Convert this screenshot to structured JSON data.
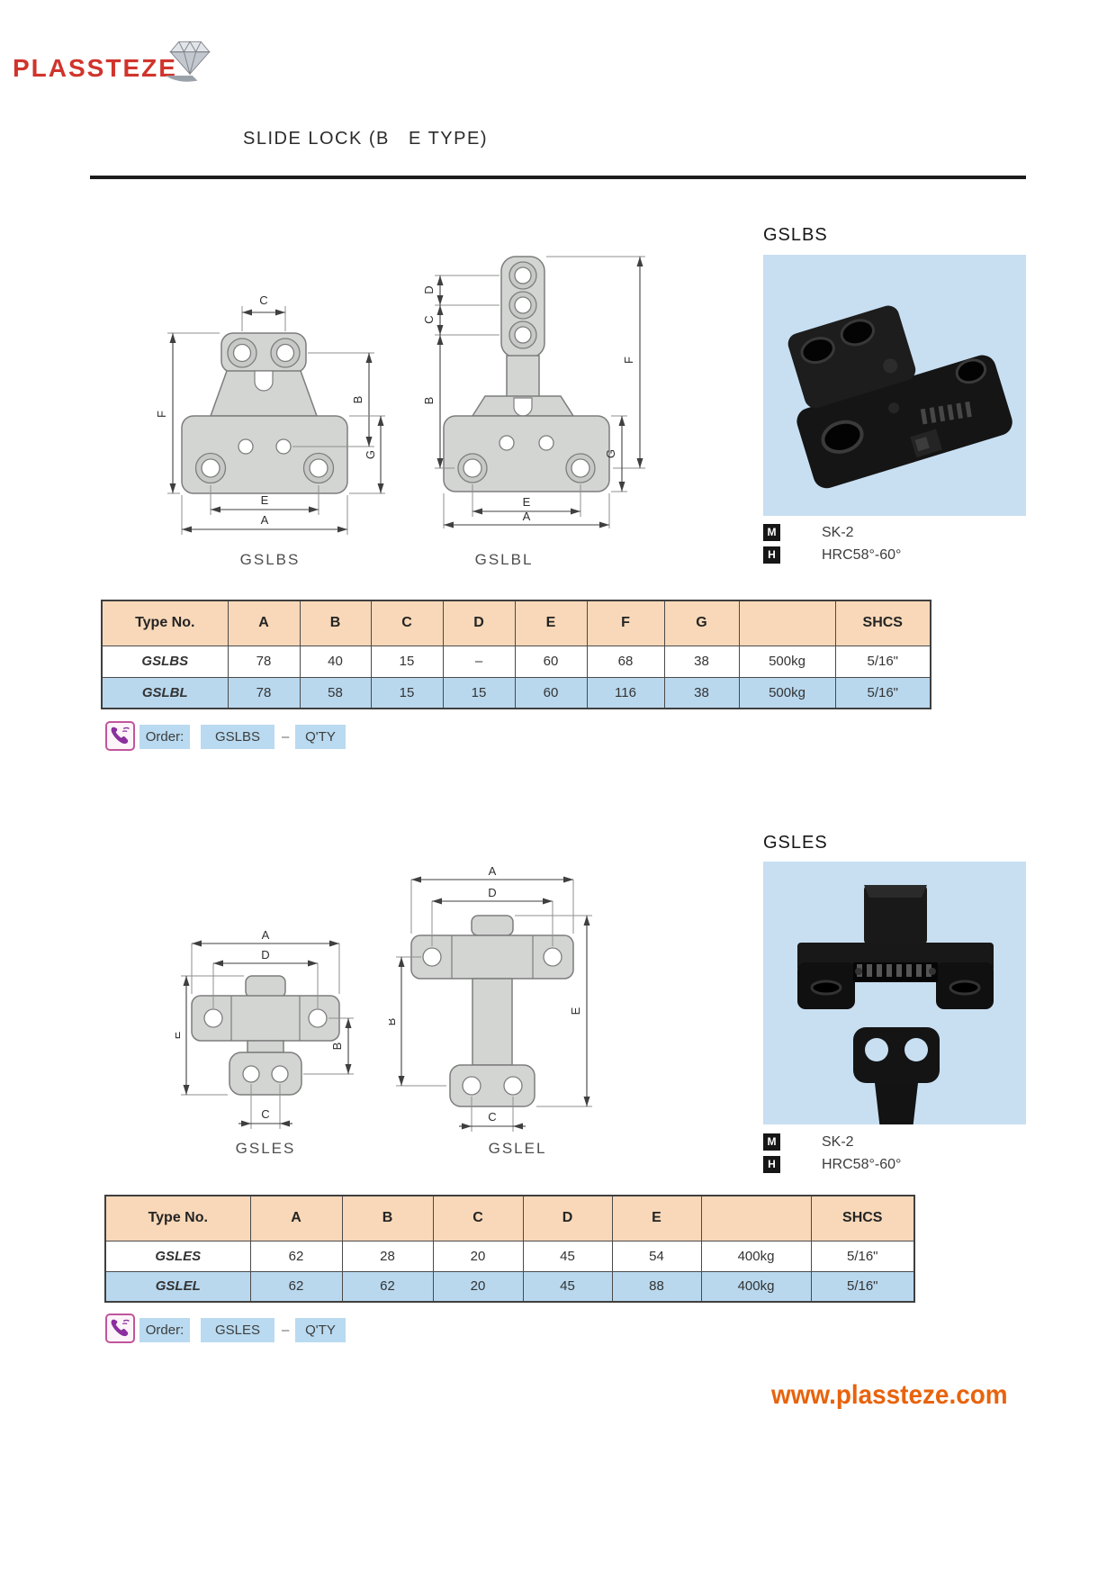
{
  "brand": {
    "logo_text": "PLASSTEZE"
  },
  "header": {
    "title": "SLIDE LOCK (B   E TYPE)"
  },
  "dims": {
    "A": "A",
    "B": "B",
    "C": "C",
    "D": "D",
    "E": "E",
    "F": "F",
    "G": "G"
  },
  "section1": {
    "drawings": {
      "left_label": "GSLBS",
      "right_label": "GSLBL"
    },
    "photo": {
      "label": "GSLBS"
    },
    "specs": {
      "material_key": "M",
      "material_value": "SK-2",
      "hardness_key": "H",
      "hardness_value": "HRC58°-60°"
    },
    "table": {
      "headers": [
        "Type No.",
        "A",
        "B",
        "C",
        "D",
        "E",
        "F",
        "G",
        "",
        "SHCS"
      ],
      "rows": [
        [
          "GSLBS",
          "78",
          "40",
          "15",
          "–",
          "60",
          "68",
          "38",
          "500kg",
          "5/16\""
        ],
        [
          "GSLBL",
          "78",
          "58",
          "15",
          "15",
          "60",
          "116",
          "38",
          "500kg",
          "5/16\""
        ]
      ]
    },
    "order": {
      "label": "Order:",
      "code": "GSLBS",
      "separator": "–",
      "qty": "Q'TY"
    }
  },
  "section2": {
    "drawings": {
      "left_label": "GSLES",
      "right_label": "GSLEL"
    },
    "photo": {
      "label": "GSLES"
    },
    "specs": {
      "material_key": "M",
      "material_value": "SK-2",
      "hardness_key": "H",
      "hardness_value": "HRC58°-60°"
    },
    "table": {
      "headers": [
        "Type No.",
        "A",
        "B",
        "C",
        "D",
        "E",
        "",
        "SHCS"
      ],
      "rows": [
        [
          "GSLES",
          "62",
          "28",
          "20",
          "45",
          "54",
          "400kg",
          "5/16\""
        ],
        [
          "GSLEL",
          "62",
          "62",
          "20",
          "45",
          "88",
          "400kg",
          "5/16\""
        ]
      ]
    },
    "order": {
      "label": "Order:",
      "code": "GSLES",
      "separator": "–",
      "qty": "Q'TY"
    }
  },
  "footer": {
    "website": "www.plassteze.com"
  }
}
